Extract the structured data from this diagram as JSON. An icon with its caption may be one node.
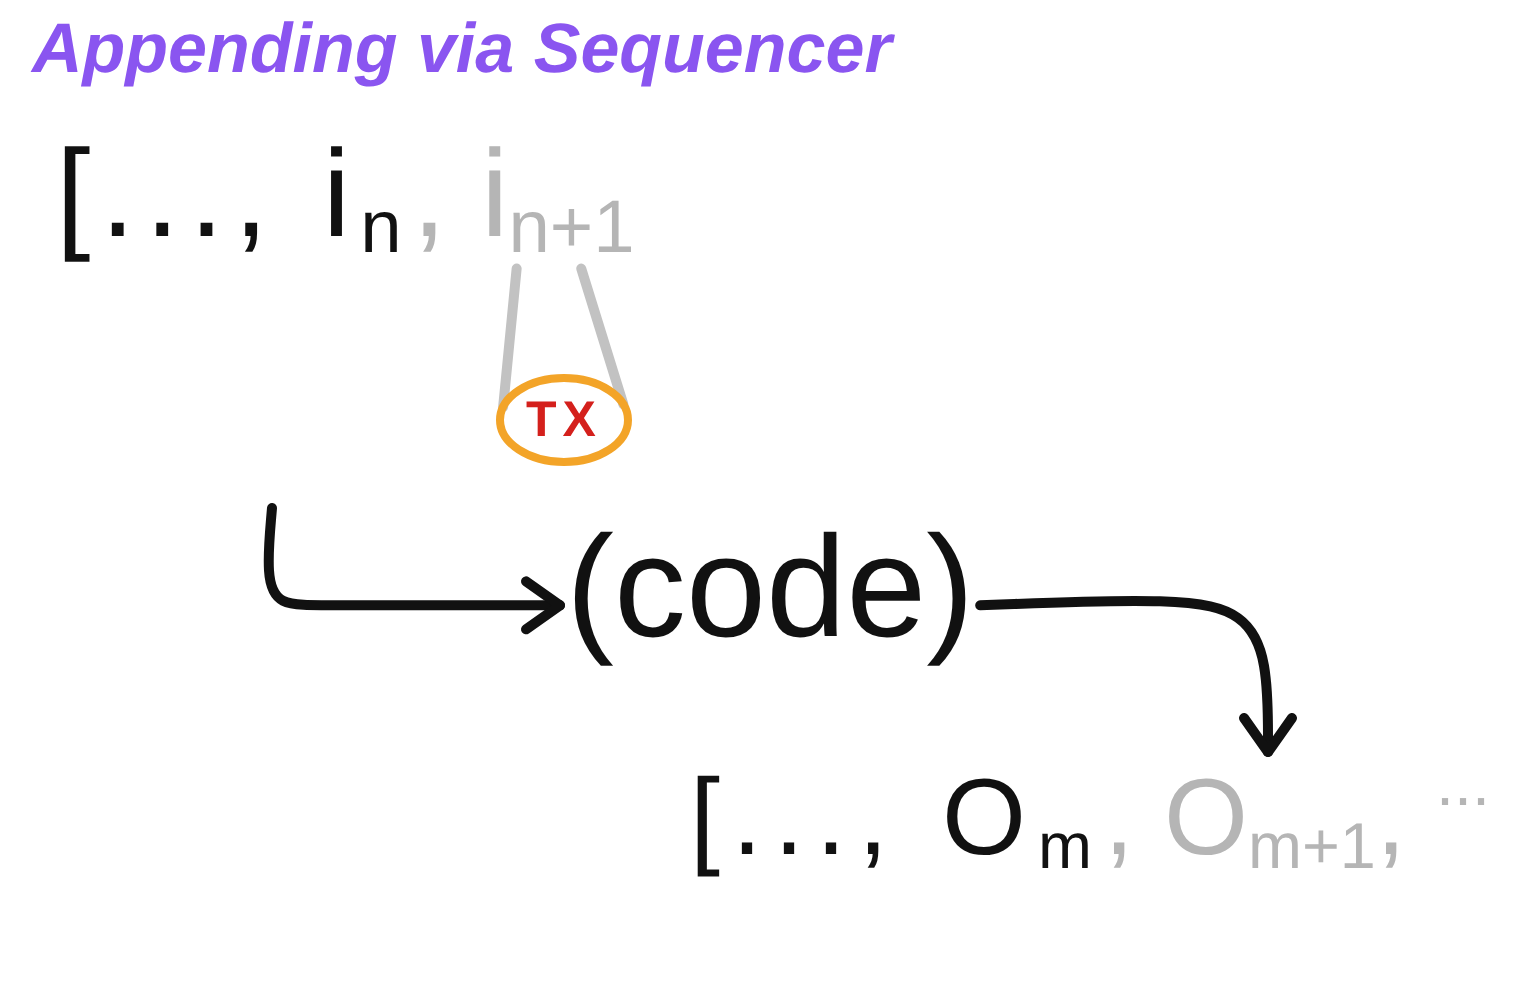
{
  "diagram": {
    "title": "Appending via Sequencer",
    "nodes": [
      {
        "text": [
          "[..., i$_{n}$"
        ]
      },
      {
        "text": [
          ", i$_{n+1}$"
        ]
      },
      {
        "text": [
          "TX"
        ]
      },
      {
        "text": [
          "(code)"
        ]
      },
      {
        "text": [
          "[..., O$_{m}$"
        ]
      },
      {
        "text": [
          ", O$_{m+1}$, $^{...}$"
        ]
      }
    ],
    "edges": [
      {
        "from": null,
        "to": 3,
        "arrow": "to"
      },
      {
        "from": 3,
        "to": 5,
        "arrow": "to"
      },
      {
        "from": 2,
        "to": 1,
        "arrow": "none",
        "color": "#c2c2c2"
      },
      {
        "from": 2,
        "to": 1,
        "arrow": "none",
        "color": "#c2c2c2"
      }
    ]
  }
}
